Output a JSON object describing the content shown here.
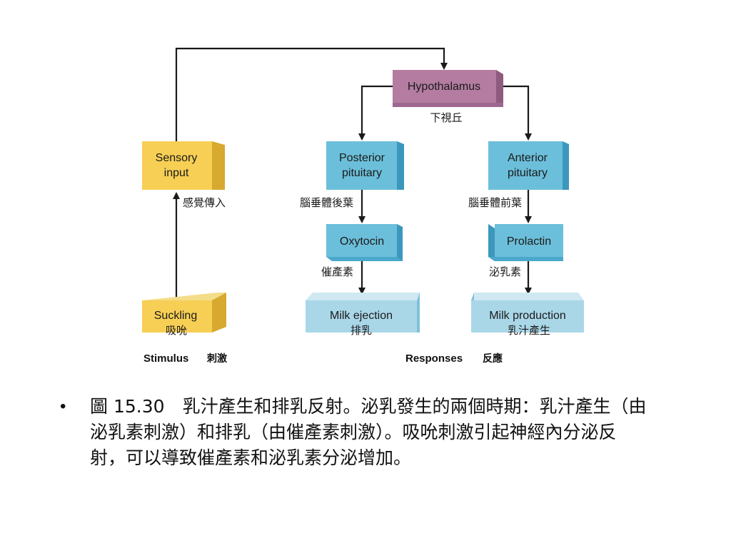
{
  "nodes": {
    "hypothalamus": {
      "label": "Hypothalamus",
      "sub": "下視丘"
    },
    "sensory": {
      "line1": "Sensory",
      "line2": "input",
      "sub": "感覺傳入"
    },
    "posterior": {
      "line1": "Posterior",
      "line2": "pituitary",
      "sub": "腦垂體後葉"
    },
    "anterior": {
      "line1": "Anterior",
      "line2": "pituitary",
      "sub": "腦垂體前葉"
    },
    "oxytocin": {
      "label": "Oxytocin",
      "sub": "催產素"
    },
    "prolactin": {
      "label": "Prolactin",
      "sub": "泌乳素"
    },
    "suckling": {
      "label": "Suckling",
      "sub": "吸吮"
    },
    "milk_ejection": {
      "label": "Milk ejection",
      "sub": "排乳"
    },
    "milk_production": {
      "label": "Milk production",
      "sub": "乳汁產生"
    }
  },
  "footer": {
    "stimulus": "Stimulus",
    "stimulus_cn": "刺激",
    "responses": "Responses",
    "responses_cn": "反應"
  },
  "caption": {
    "bullet": "•",
    "text": "圖 15.30　乳汁產生和排乳反射。泌乳發生的兩個時期：乳汁產生（由泌乳素刺激）和排乳（由催產素刺激）。吸吮刺激引起神經內分泌反射，可以導致催產素和泌乳素分泌增加。"
  },
  "colors": {
    "hypothalamus": "#b47ca0",
    "pituitary": "#6cbfda",
    "sensory": "#f7cf55",
    "response": "#a9d7e8"
  }
}
